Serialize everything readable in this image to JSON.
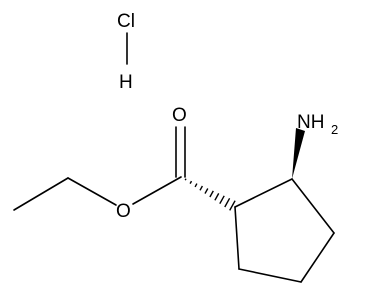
{
  "molecule": {
    "atoms": {
      "cl": "Cl",
      "h": "H",
      "o_carbonyl": "O",
      "o_ester": "O",
      "n": "NH",
      "n_subscript": "2"
    }
  }
}
